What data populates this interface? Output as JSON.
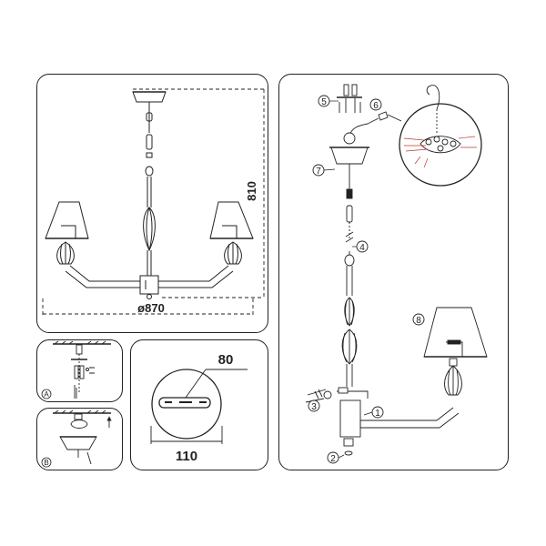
{
  "dimensions": {
    "height": "810",
    "diameter": "ø870",
    "canopy_width": "110",
    "canopy_depth": "80"
  },
  "steps": {
    "s1": "1",
    "s2": "2",
    "s3": "3",
    "s4": "4",
    "s5": "5",
    "s6": "6",
    "s7": "7",
    "s8": "8"
  },
  "mount_labels": {
    "a": "A",
    "b": "B"
  }
}
